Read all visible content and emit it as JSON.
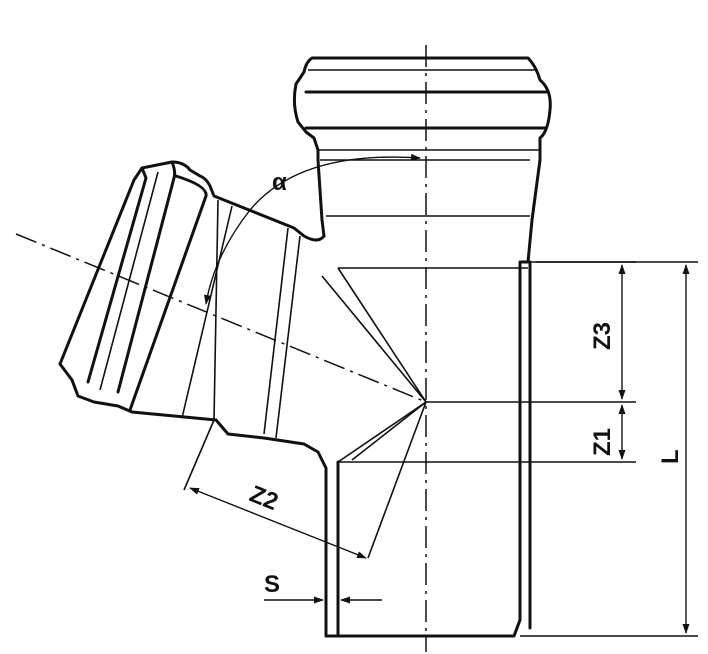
{
  "labels": {
    "angle": "α",
    "z1": "Z1",
    "z2": "Z2",
    "z3": "Z3",
    "length": "L",
    "wall": "S"
  }
}
